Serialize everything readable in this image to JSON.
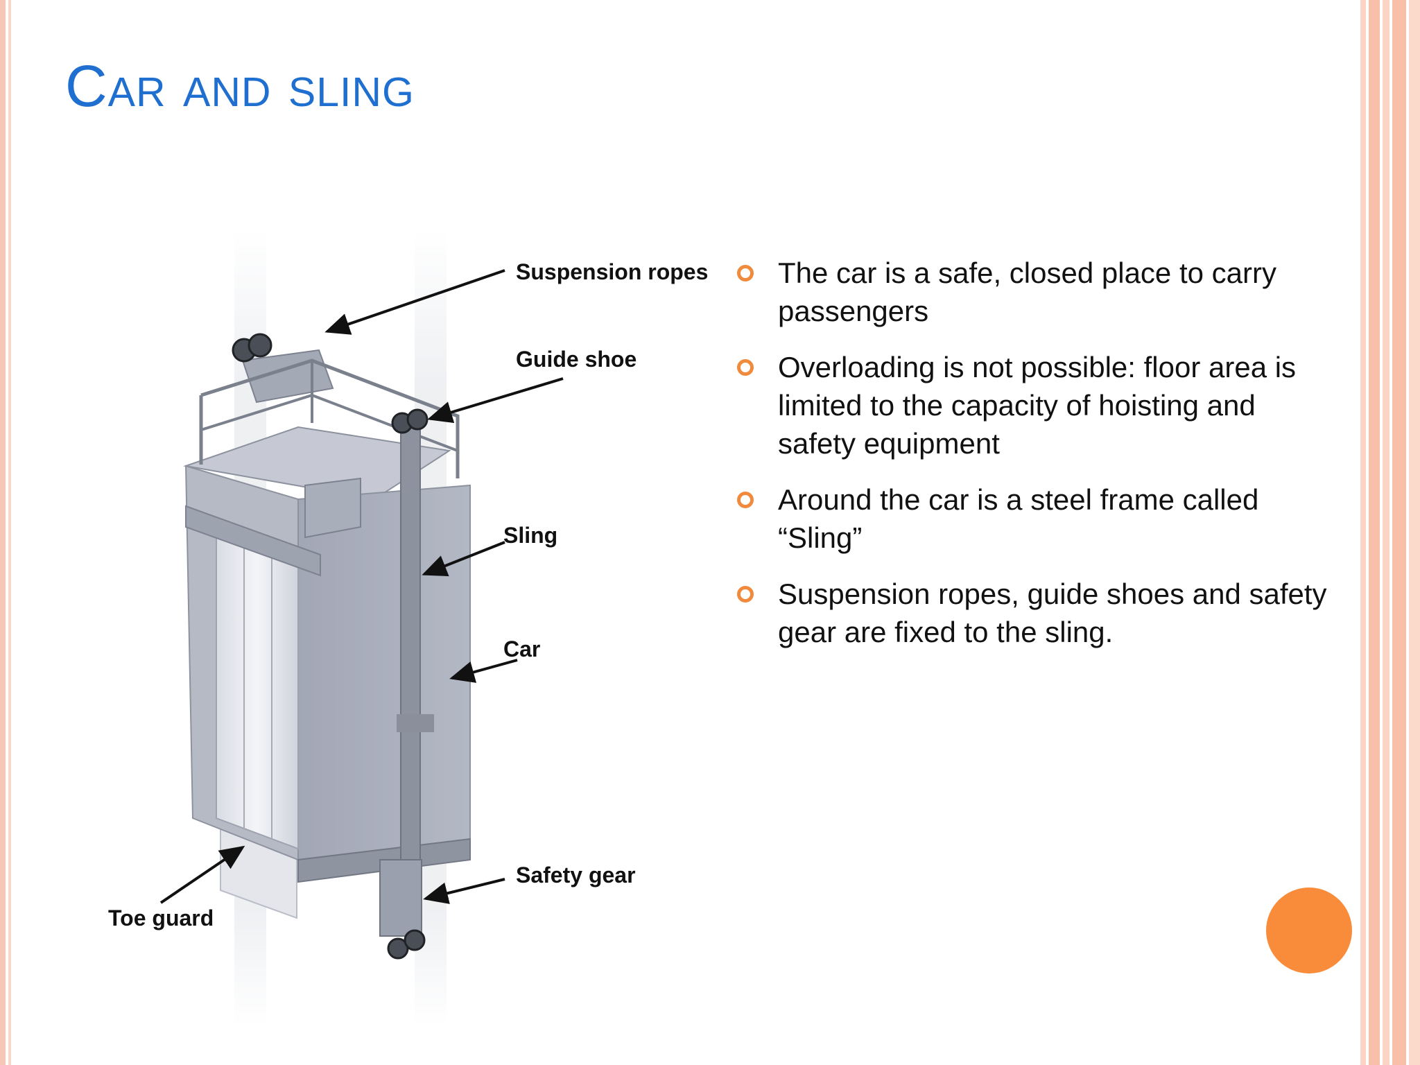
{
  "slide": {
    "title": "Car and sling",
    "accent_color": "#1f6fd1",
    "bullet_color": "#f08a3c",
    "circle_color": "#f98c3a"
  },
  "diagram": {
    "callouts": {
      "suspension_ropes": "Suspension ropes",
      "guide_shoe": "Guide shoe",
      "sling": "Sling",
      "car": "Car",
      "safety_gear": "Safety gear",
      "toe_guard": "Toe guard"
    }
  },
  "bullets": [
    "The car is a safe, closed place to carry passengers",
    "Overloading is not possible: floor area is limited to the capacity of hoisting and safety equipment",
    "Around the car is a steel frame called “Sling”",
    "Suspension ropes, guide shoes and safety gear are fixed to the sling."
  ]
}
